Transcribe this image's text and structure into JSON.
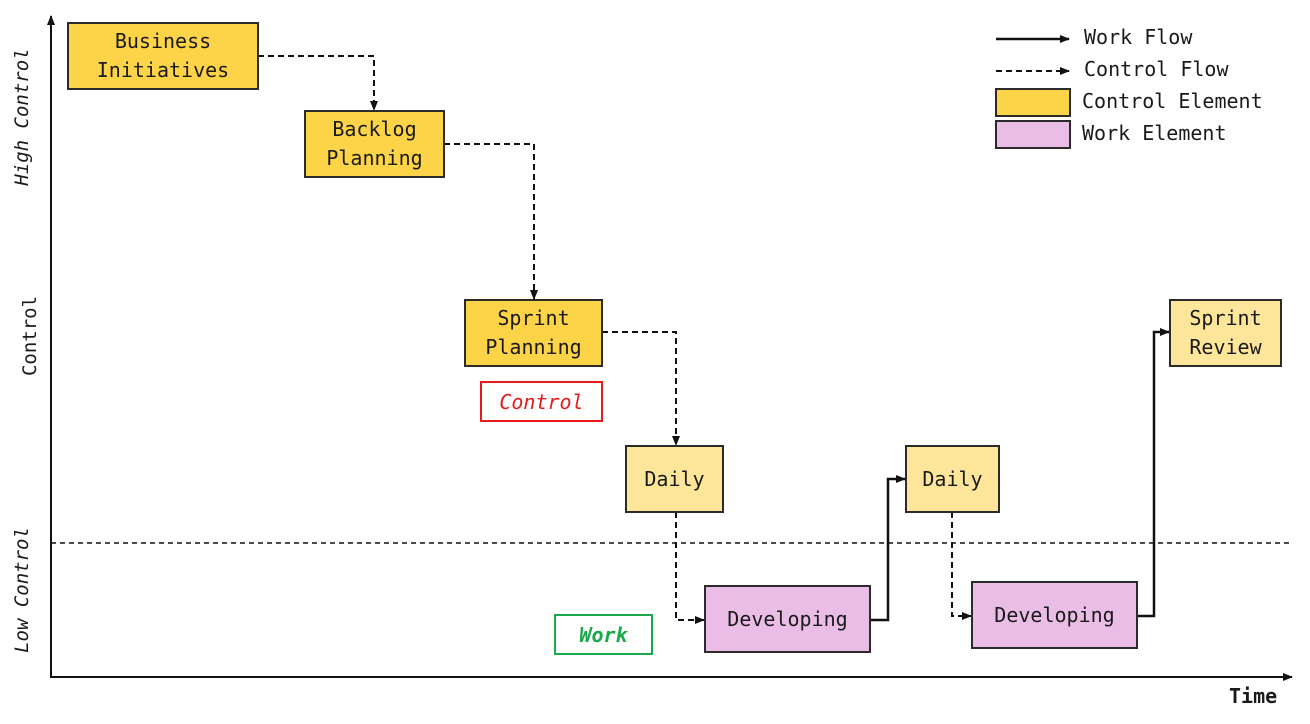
{
  "axes": {
    "y_label": "Control",
    "y_high": "High Control",
    "y_low": "Low Control",
    "x_label": "Time"
  },
  "legend": {
    "work_flow": "Work Flow",
    "control_flow": "Control Flow",
    "control_element": "Control Element",
    "work_element": "Work Element"
  },
  "nodes": {
    "business_initiatives": "Business\nInitiatives",
    "backlog_planning": "Backlog\nPlanning",
    "sprint_planning": "Sprint\nPlanning",
    "daily_1": "Daily",
    "developing_1": "Developing",
    "daily_2": "Daily",
    "developing_2": "Developing",
    "sprint_review": "Sprint\nReview"
  },
  "tags": {
    "control": "Control",
    "work": "Work"
  },
  "colors": {
    "control_element": "#fdd347",
    "control_element_light": "#fde69a",
    "work_element": "#e9bde6",
    "control_tag": "#e81a1a",
    "work_tag": "#1aa84a"
  }
}
